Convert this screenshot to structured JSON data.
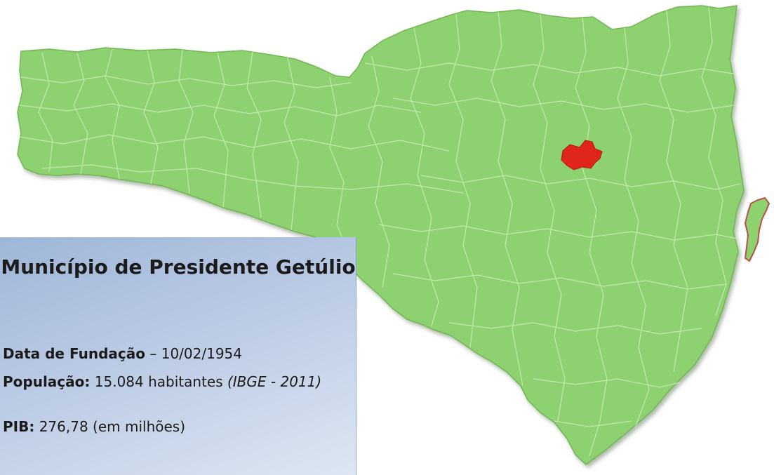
{
  "info": {
    "title": "Município de Presidente Getúlio",
    "fundacao_label": "Data de Fundação",
    "fundacao_sep": " – ",
    "fundacao_value": "10/02/1954",
    "populacao_label": "População:",
    "populacao_value": " 15.084 habitantes ",
    "populacao_source": "(IBGE - 2011)",
    "pib_label": "PIB:",
    "pib_value": " 276,78 (em milhões)"
  },
  "colors": {
    "state_fill": "#8ed16f",
    "state_stroke": "#c8ecb6",
    "highlight_fill": "#e0261b",
    "island_stroke": "#b8504a"
  }
}
